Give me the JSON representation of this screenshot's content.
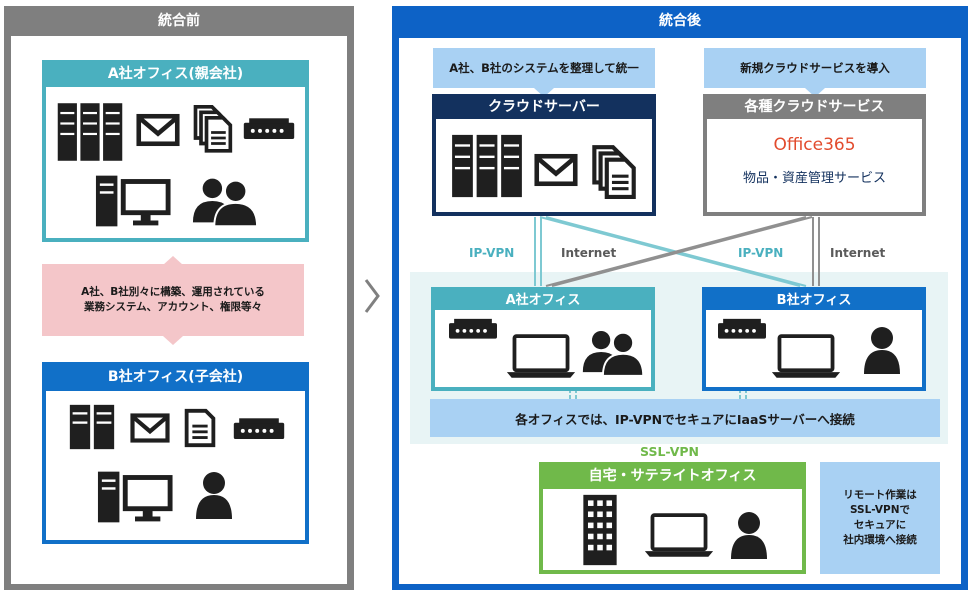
{
  "before": {
    "header": "統合前",
    "office_a": {
      "title": "A社オフィス(親会社)"
    },
    "note": {
      "line1": "A社、B社別々に構築、運用されている",
      "line2": "業務システム、アカウント、権限等々"
    },
    "office_b": {
      "title": "B社オフィス(子会社)"
    }
  },
  "after": {
    "header": "統合後",
    "callout_left": "A社、B社のシステムを整理して統一",
    "callout_right": "新規クラウドサービスを導入",
    "cloud_server": {
      "title": "クラウドサーバー"
    },
    "cloud_services": {
      "title": "各種クラウドサービス",
      "item1": "Office365",
      "item2": "物品・資産管理サービス"
    },
    "conn": {
      "ipvpn_left": "IP-VPN",
      "internet_left": "Internet",
      "ipvpn_right": "IP-VPN",
      "internet_right": "Internet",
      "sslvpn": "SSL-VPN"
    },
    "office_a": {
      "title": "A社オフィス"
    },
    "office_b": {
      "title": "B社オフィス"
    },
    "connect_banner": "各オフィスでは、IP-VPNでセキュアにIaaSサーバーへ接続",
    "remote_office": {
      "title": "自宅・サテライトオフィス"
    },
    "remote_note": {
      "line1": "リモート作業は",
      "line2": "SSL-VPNで",
      "line3": "セキュアに",
      "line4": "社内環境へ接続"
    }
  },
  "icons": [
    "server-rack-icon",
    "mail-icon",
    "documents-icon",
    "router-icon",
    "desktop-pc-icon",
    "users-icon",
    "user-icon",
    "laptop-icon",
    "building-icon",
    "chevron-right-icon"
  ],
  "colors": {
    "before_border": "#7f7f7f",
    "after_bg": "#0d62c6",
    "teal": "#4ab0bf",
    "blue": "#1170c8",
    "navy": "#13315e",
    "gray_box": "#7f7f7f",
    "pink_note": "#f4c6c9",
    "light_blue_callout": "#a9d1f3",
    "green": "#70b94a",
    "office365_red": "#e24b2d",
    "icon_dark": "#1f1f1f"
  }
}
